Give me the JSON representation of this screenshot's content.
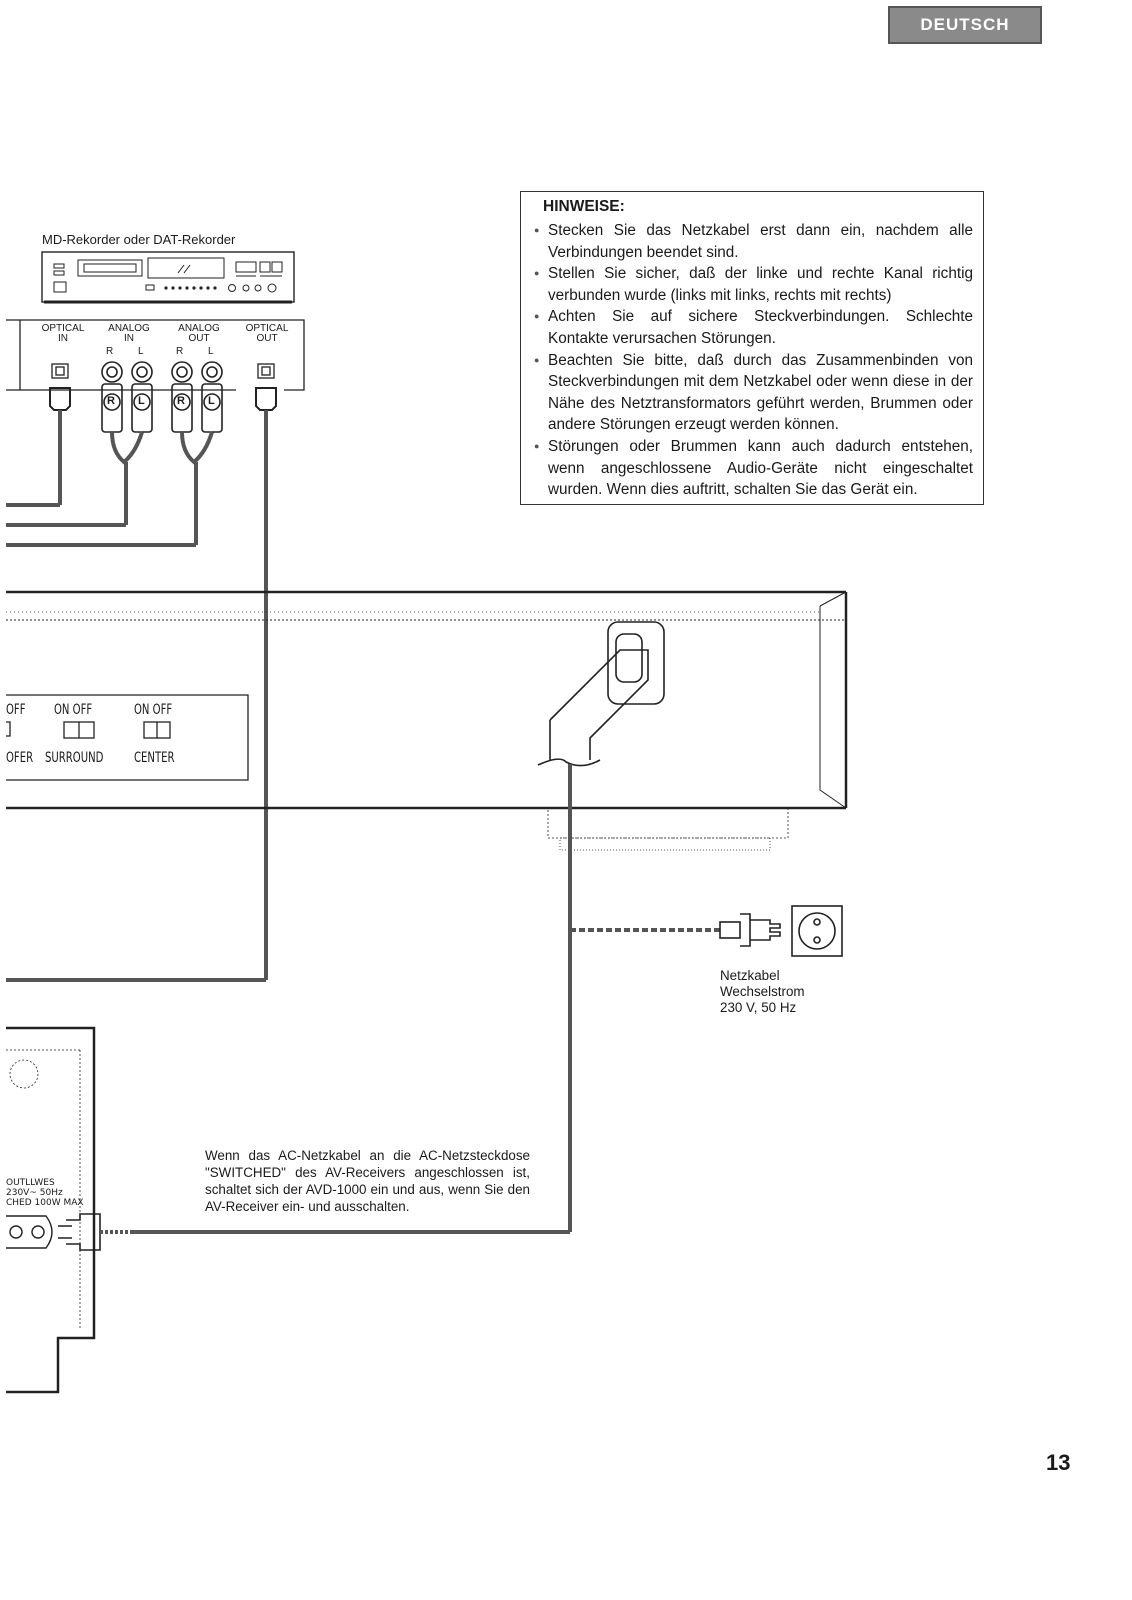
{
  "header": {
    "language_badge": "DEUTSCH"
  },
  "recorder": {
    "title": "MD-Rekorder oder DAT-Rekorder",
    "jacks": {
      "optical_in": [
        "OPTICAL",
        "IN"
      ],
      "analog_in": [
        "ANALOG",
        "IN"
      ],
      "analog_out": [
        "ANALOG",
        "OUT"
      ],
      "optical_out": [
        "OPTICAL",
        "OUT"
      ],
      "channel_r": "R",
      "channel_l": "L"
    },
    "plug_marks": [
      "R",
      "L",
      "R",
      "L"
    ]
  },
  "notes": {
    "title": "HINWEISE:",
    "items": [
      "Stecken Sie das Netzkabel erst dann ein, nachdem alle Verbindungen beendet sind.",
      "Stellen Sie sicher, daß der linke und rechte Kanal richtig verbunden wurde (links mit links, rechts mit rechts)",
      "Achten Sie auf sichere Steckverbindungen. Schlechte Kontakte verursachen Störungen.",
      "Beachten Sie bitte, daß durch das Zusammenbinden von Steckverbindungen mit dem Netzkabel oder wenn diese in der Nähe des Netztransformators geführt werden, Brummen oder andere Störungen erzeugt werden können.",
      "Störungen oder Brummen kann auch dadurch entstehen, wenn angeschlossene Audio-Geräte nicht eingeschaltet wurden. Wenn dies auftritt, schalten Sie das Gerät ein."
    ]
  },
  "switch_panel": {
    "partial_off": "OFF",
    "on_off_1": "ON  OFF",
    "on_off_2": "ON  OFF",
    "label_partial": "OFER",
    "label_surround": "SURROUND",
    "label_center": "CENTER"
  },
  "power": {
    "caption_lines": [
      "Netzkabel",
      "Wechselstrom",
      "230 V, 50 Hz"
    ]
  },
  "receiver": {
    "outlet_label_lines": [
      "OUTLLWES",
      "230V~ 50Hz",
      "CHED 100W MAX"
    ]
  },
  "switched_caption": "Wenn das AC-Netzkabel an die AC-Netzsteckdose \"SWITCHED\" des AV-Receivers angeschlossen ist, schaltet sich der AVD-1000 ein und aus, wenn Sie den AV-Receiver ein- und ausschalten.",
  "page_number": "13"
}
